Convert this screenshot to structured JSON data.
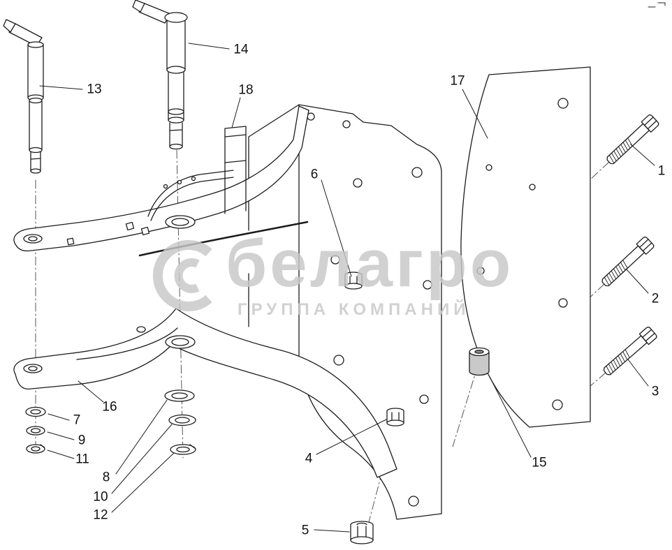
{
  "page": {
    "background_color": "#ffffff",
    "line_color": "#1c1c1c"
  },
  "watermark": {
    "brand": "белагро",
    "subtitle": "ГРУППА КОМПАНИЙ",
    "color": "#c7c7c7"
  },
  "callouts": [
    {
      "label": "1"
    },
    {
      "label": "2"
    },
    {
      "label": "3"
    },
    {
      "label": "4"
    },
    {
      "label": "5"
    },
    {
      "label": "6"
    },
    {
      "label": "7"
    },
    {
      "label": "8"
    },
    {
      "label": "9"
    },
    {
      "label": "10"
    },
    {
      "label": "11"
    },
    {
      "label": "12"
    },
    {
      "label": "13"
    },
    {
      "label": "14"
    },
    {
      "label": "15"
    },
    {
      "label": "16"
    },
    {
      "label": "17"
    },
    {
      "label": "18"
    }
  ]
}
